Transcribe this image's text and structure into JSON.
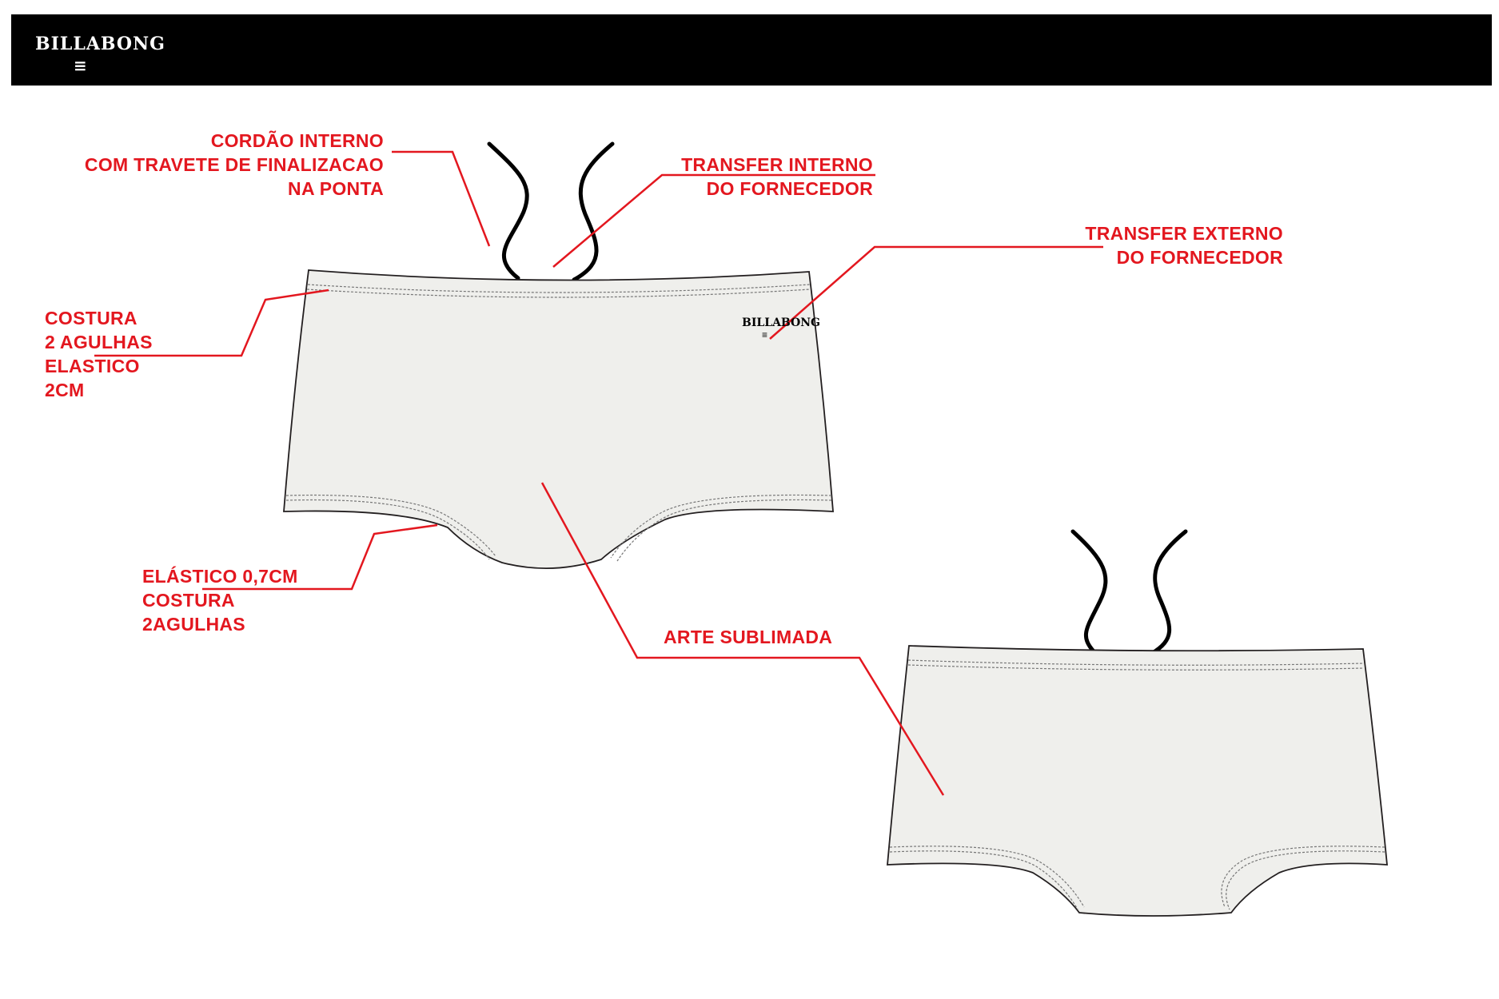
{
  "header": {
    "brand": "BILLABONG",
    "brand_mark": "≡",
    "colors": {
      "bar": "#000000",
      "logo": "#ffffff"
    }
  },
  "callouts": {
    "cordao": [
      "CORDÃO INTERNO",
      "COM TRAVETE DE FINALIZACAO",
      "NA PONTA"
    ],
    "transfer_interno": [
      "TRANSFER INTERNO",
      "DO FORNECEDOR"
    ],
    "transfer_externo": [
      "TRANSFER EXTERNO",
      "DO FORNECEDOR"
    ],
    "costura_cintura": [
      "COSTURA",
      "2 AGULHAS",
      "ELASTICO",
      "2CM"
    ],
    "elastico_perna": [
      "ELÁSTICO 0,7CM",
      "COSTURA",
      "2AGULHAS"
    ],
    "arte": [
      "ARTE SUBLIMADA"
    ]
  },
  "garment_logo": {
    "brand": "BILLABONG",
    "brand_mark": "≡"
  },
  "colors": {
    "callout": "#e3171f",
    "garment_fill": "#efefec",
    "outline": "#231f20",
    "cord": "#000000"
  }
}
